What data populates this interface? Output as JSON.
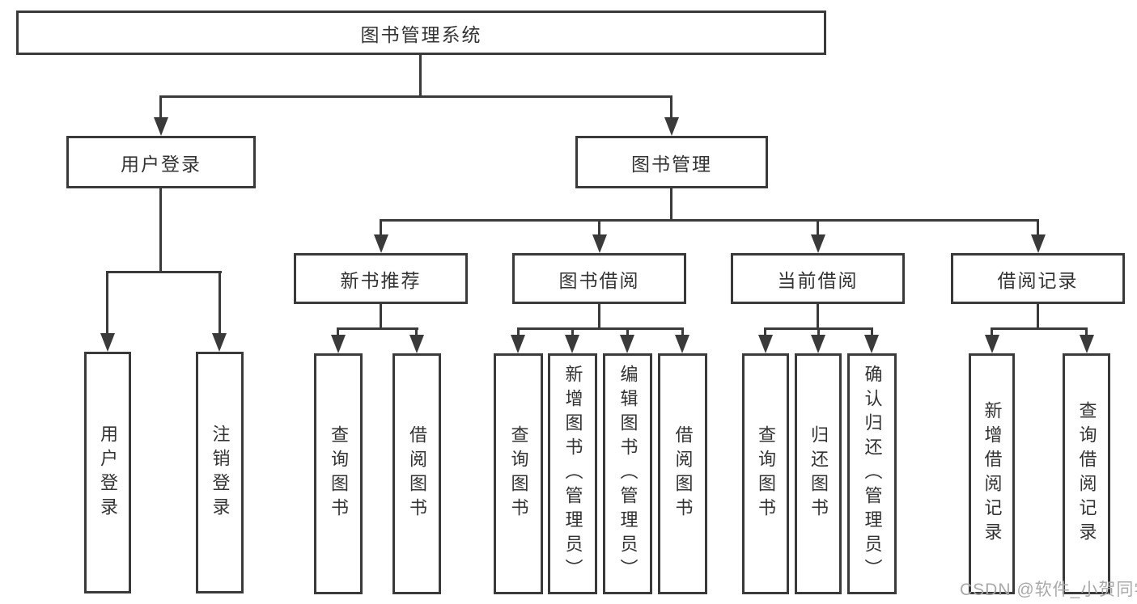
{
  "diagram": {
    "type": "tree",
    "direction": "top-down"
  },
  "colors": {
    "line": "#3a3a3a",
    "text": "#333333",
    "watermark": "#a9a9a9",
    "background": "#ffffff"
  },
  "tree": {
    "label": "图书管理系统",
    "children": [
      {
        "label": "用户登录",
        "children": [
          {
            "label": "用户登录"
          },
          {
            "label": "注销登录"
          }
        ]
      },
      {
        "label": "图书管理",
        "children": [
          {
            "label": "新书推荐",
            "children": [
              {
                "label": "查询图书"
              },
              {
                "label": "借阅图书"
              }
            ]
          },
          {
            "label": "图书借阅",
            "children": [
              {
                "label": "查询图书"
              },
              {
                "label": "新增图书（管理员）"
              },
              {
                "label": "编辑图书（管理员）"
              },
              {
                "label": "借阅图书"
              }
            ]
          },
          {
            "label": "当前借阅",
            "children": [
              {
                "label": "查询图书"
              },
              {
                "label": "归还图书"
              },
              {
                "label": "确认归还（管理员）"
              }
            ]
          },
          {
            "label": "借阅记录",
            "children": [
              {
                "label": "新增借阅记录"
              },
              {
                "label": "查询借阅记录"
              }
            ]
          }
        ]
      }
    ]
  },
  "watermark": {
    "text": "CSDN @软件_小贺同学"
  }
}
